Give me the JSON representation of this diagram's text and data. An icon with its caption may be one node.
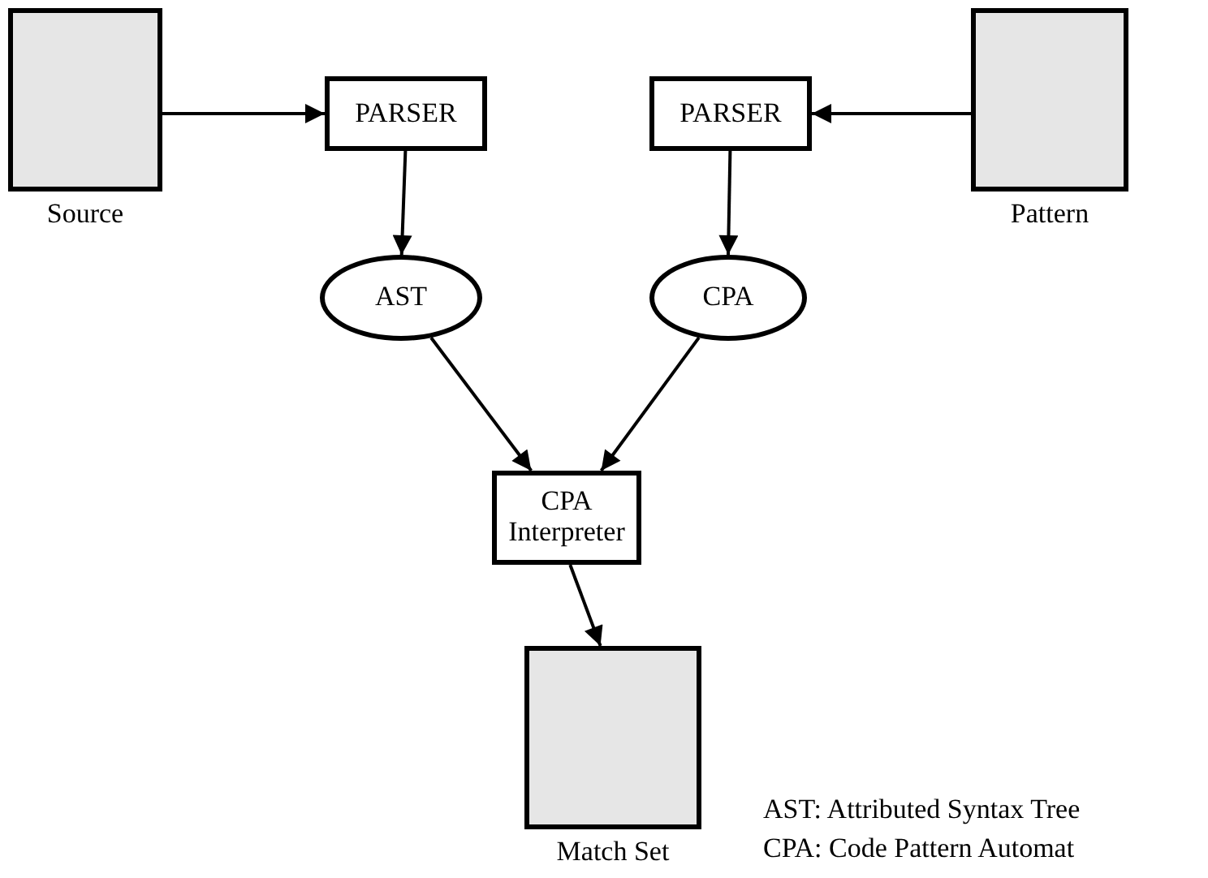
{
  "diagram": {
    "nodes": [
      {
        "text": [],
        "shape": "box",
        "beside": [
          "Source"
        ]
      },
      {
        "text": [
          "PARSER"
        ]
      },
      {
        "text": [
          "PARSER"
        ]
      },
      {
        "text": [],
        "shape": "box",
        "beside": [
          "Pattern"
        ]
      },
      {
        "text": [
          "AST"
        ]
      },
      {
        "text": [
          "CPA"
        ]
      },
      {
        "text": [
          "CPA Interpreter"
        ]
      },
      {
        "text": [],
        "shape": "box",
        "beside": [
          "Match Set"
        ]
      }
    ],
    "edges": [
      {
        "from": 0,
        "to": 1,
        "arrow": "to"
      },
      {
        "from": 3,
        "to": 2,
        "arrow": "to"
      },
      {
        "from": 1,
        "to": 4,
        "arrow": "to"
      },
      {
        "from": 2,
        "to": 5,
        "arrow": "to"
      },
      {
        "from": 4,
        "to": 6,
        "arrow": "to"
      },
      {
        "from": 5,
        "to": 6,
        "arrow": "to"
      },
      {
        "from": 6,
        "to": 7,
        "arrow": "to"
      }
    ],
    "labels": [
      "AST: Attributed Syntax Tree",
      "CPA: Code Pattern Automat"
    ]
  }
}
